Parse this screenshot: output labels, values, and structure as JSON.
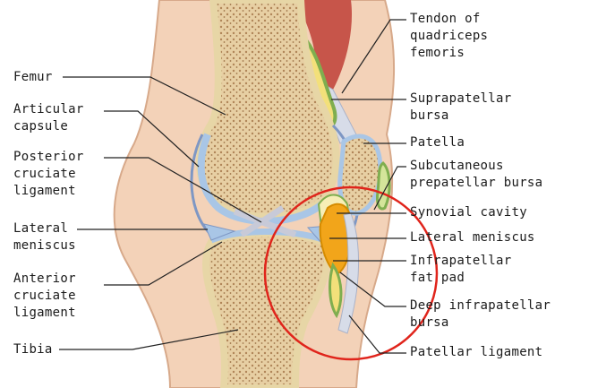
{
  "labels": {
    "left": {
      "femur": "Femur",
      "articular_capsule": "Articular\ncapsule",
      "posterior_cruciate": "Posterior\ncruciate\nligament",
      "lateral_meniscus": "Lateral\nmeniscus",
      "anterior_cruciate": "Anterior\ncruciate\nligament",
      "tibia": "Tibia"
    },
    "right": {
      "quadriceps_tendon": "Tendon of\nquadriceps\nfemoris",
      "suprapatellar_bursa": "Suprapatellar\nbursa",
      "patella": "Patella",
      "subcutaneous_bursa": "Subcutaneous\nprepatellar bursa",
      "synovial_cavity": "Synovial cavity",
      "lateral_meniscus": "Lateral meniscus",
      "infrapatellar_fat_pad": "Infrapatellar\nfat pad",
      "deep_infrapatellar_bursa": "Deep infrapatellar\nbursa",
      "patellar_ligament": "Patellar ligament"
    }
  },
  "colors": {
    "skin": "#f3d2b8",
    "bone_cortex": "#f6e9c4",
    "bone_spongy": "#c9a57e",
    "cartilage": "#a9c6e6",
    "ligament": "#b9c1d6",
    "muscle": "#c7554a",
    "bursa": "#8cbf5a",
    "fat_pad": "#f2a51a",
    "highlight_circle": "#e0241b",
    "leader_line": "#222222"
  }
}
